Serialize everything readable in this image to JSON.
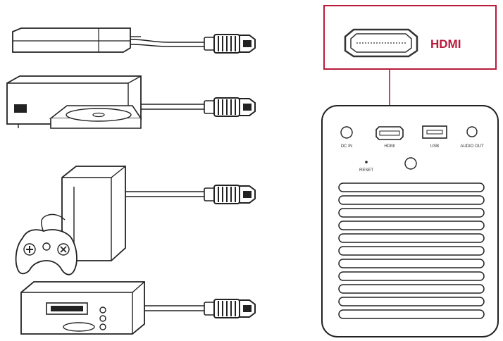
{
  "callout": {
    "label": "HDMI",
    "accent_color": "#b81a3a"
  },
  "projector": {
    "ports": [
      {
        "id": "dc-in",
        "label": "DC IN"
      },
      {
        "id": "hdmi",
        "label": "HDMI"
      },
      {
        "id": "usb",
        "label": "USB"
      },
      {
        "id": "audio-out",
        "label": "AUDIO OUT"
      }
    ],
    "reset_label": "RESET",
    "vent_slot_count": 11
  },
  "source_devices": [
    {
      "id": "streaming-stick",
      "icon": "streaming-stick-icon"
    },
    {
      "id": "dvd-player",
      "icon": "dvd-player-icon"
    },
    {
      "id": "game-console",
      "icon": "game-console-icon"
    },
    {
      "id": "set-top-box",
      "icon": "set-top-box-icon"
    }
  ],
  "connector_icon": "hdmi-plug-icon"
}
